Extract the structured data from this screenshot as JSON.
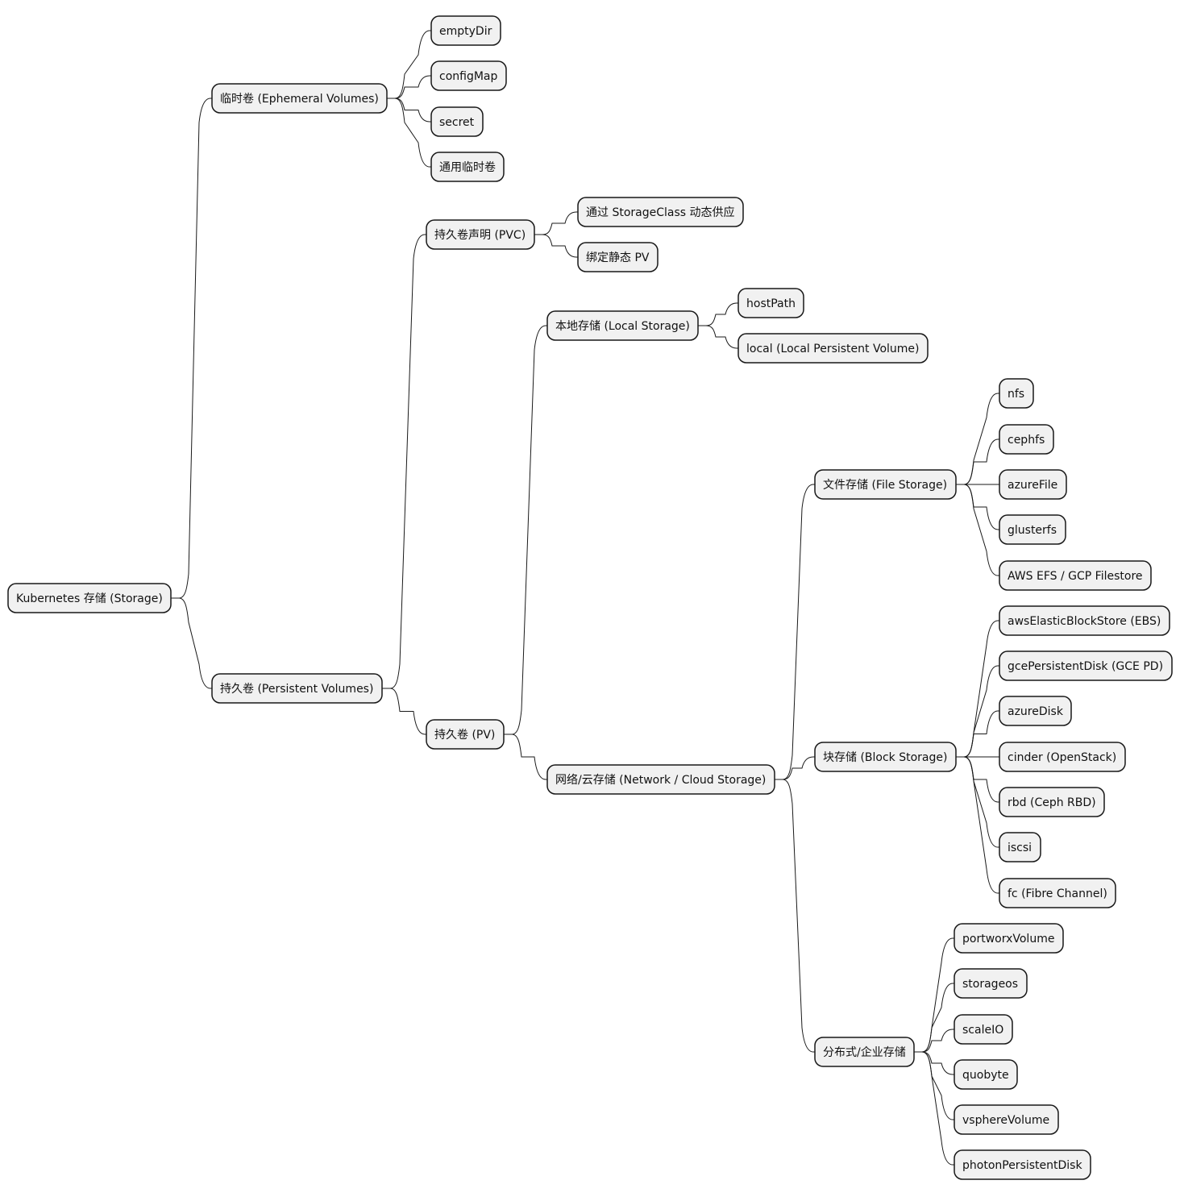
{
  "diagram": {
    "type": "mindmap",
    "root": {
      "id": "root",
      "label": "Kubernetes 存储 (Storage)",
      "children": [
        {
          "id": "ephemeral",
          "label": "临时卷 (Ephemeral Volumes)",
          "children": [
            {
              "id": "emptydir",
              "label": "emptyDir"
            },
            {
              "id": "configmap",
              "label": "configMap"
            },
            {
              "id": "secret",
              "label": "secret"
            },
            {
              "id": "generic-ephemeral",
              "label": "通用临时卷"
            }
          ]
        },
        {
          "id": "persistent",
          "label": "持久卷 (Persistent Volumes)",
          "children": [
            {
              "id": "pvc",
              "label": "持久卷声明 (PVC)",
              "children": [
                {
                  "id": "dynamic-provision",
                  "label": "通过 StorageClass 动态供应"
                },
                {
                  "id": "bind-static",
                  "label": "绑定静态 PV"
                }
              ]
            },
            {
              "id": "pv",
              "label": "持久卷 (PV)",
              "children": [
                {
                  "id": "local-storage",
                  "label": "本地存储 (Local Storage)",
                  "children": [
                    {
                      "id": "hostpath",
                      "label": "hostPath"
                    },
                    {
                      "id": "local-pv",
                      "label": "local (Local Persistent Volume)"
                    }
                  ]
                },
                {
                  "id": "network-cloud",
                  "label": "网络/云存储 (Network / Cloud Storage)",
                  "children": [
                    {
                      "id": "file-storage",
                      "label": "文件存储 (File Storage)",
                      "children": [
                        {
                          "id": "nfs",
                          "label": "nfs"
                        },
                        {
                          "id": "cephfs",
                          "label": "cephfs"
                        },
                        {
                          "id": "azurefile",
                          "label": "azureFile"
                        },
                        {
                          "id": "glusterfs",
                          "label": "glusterfs"
                        },
                        {
                          "id": "efs-filestore",
                          "label": "AWS EFS / GCP Filestore"
                        }
                      ]
                    },
                    {
                      "id": "block-storage",
                      "label": "块存储 (Block Storage)",
                      "children": [
                        {
                          "id": "ebs",
                          "label": "awsElasticBlockStore (EBS)"
                        },
                        {
                          "id": "gce-pd",
                          "label": "gcePersistentDisk (GCE PD)"
                        },
                        {
                          "id": "azuredisk",
                          "label": "azureDisk"
                        },
                        {
                          "id": "cinder",
                          "label": "cinder (OpenStack)"
                        },
                        {
                          "id": "rbd",
                          "label": "rbd (Ceph RBD)"
                        },
                        {
                          "id": "iscsi",
                          "label": "iscsi"
                        },
                        {
                          "id": "fc",
                          "label": "fc (Fibre Channel)"
                        }
                      ]
                    },
                    {
                      "id": "distributed-enterprise",
                      "label": "分布式/企业存储",
                      "children": [
                        {
                          "id": "portworx",
                          "label": "portworxVolume"
                        },
                        {
                          "id": "storageos",
                          "label": "storageos"
                        },
                        {
                          "id": "scaleio",
                          "label": "scaleIO"
                        },
                        {
                          "id": "quobyte",
                          "label": "quobyte"
                        },
                        {
                          "id": "vsphere",
                          "label": "vsphereVolume"
                        },
                        {
                          "id": "photon",
                          "label": "photonPersistentDisk"
                        }
                      ]
                    }
                  ]
                }
              ]
            }
          ]
        }
      ]
    }
  }
}
